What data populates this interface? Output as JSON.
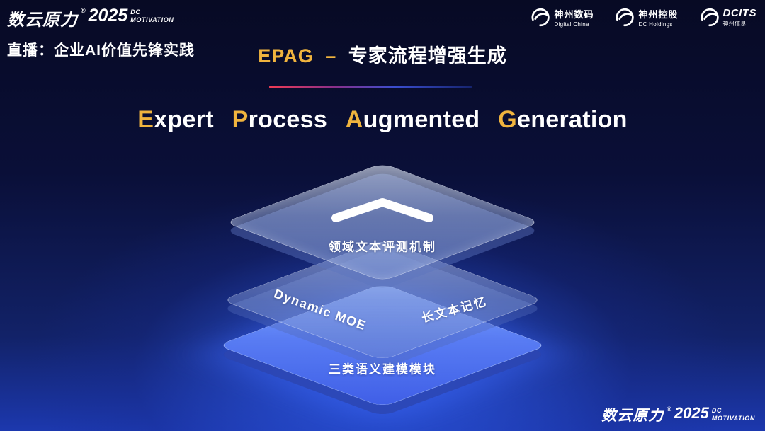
{
  "colors": {
    "gold": "#f0b43e",
    "background_top": "#070a24",
    "background_glow": "#2f5ceb",
    "layer_bottom_blue": "#5c80f8",
    "underline_red": "#ef3b54",
    "underline_blue": "#3a4ed0"
  },
  "top_left": {
    "brand_cn": "数云原力",
    "reg": "®",
    "year": "2025",
    "dc": "DC",
    "motivation": "MOTIVATION",
    "live_title": "直播：企业AI价值先锋实践"
  },
  "title": {
    "epag": "EPAG",
    "dash": "–",
    "zh": "专家流程增强生成"
  },
  "subtitle": {
    "w1_cap": "E",
    "w1_rest": "xpert",
    "w2_cap": "P",
    "w2_rest": "rocess",
    "w3_cap": "A",
    "w3_rest": "ugmented",
    "w4_cap": "G",
    "w4_rest": "eneration"
  },
  "partner_logos": [
    {
      "title": "神州数码",
      "subtitle": "Digital China"
    },
    {
      "title": "神州控股",
      "subtitle": "DC Holdings"
    },
    {
      "title": "DCITS",
      "subtitle": "神州信息"
    }
  ],
  "diagram": {
    "layer_top_label": "领域文本评测机制",
    "layer_mid_left_label": "Dynamic MOE",
    "layer_mid_right_label": "长文本记忆",
    "layer_bottom_label": "三类语义建模模块"
  },
  "bottom_right": {
    "brand_cn": "数云原力",
    "reg": "®",
    "year": "2025",
    "dc": "DC",
    "motivation": "MOTIVATION"
  }
}
